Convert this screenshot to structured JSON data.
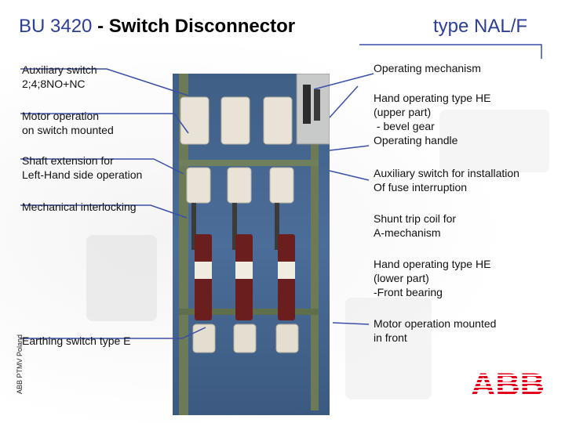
{
  "header": {
    "code": "BU 3420",
    "title_rest": " - Switch Disconnector",
    "type_label": "type NAL/F"
  },
  "labels_left": {
    "aux_switch": "Auxiliary switch\n2;4;8NO+NC",
    "motor_switch": "Motor operation\non switch mounted",
    "shaft_ext": "Shaft extension for\nLeft-Hand side operation",
    "mech_interlock": "Mechanical interlocking",
    "earthing": "Earthing switch type E"
  },
  "labels_right": {
    "op_mech": "Operating mechanism",
    "hand_upper": "Hand operating type HE\n(upper part)\n - bevel gear\nOperating handle",
    "aux_fuse": "Auxiliary switch for installation\nOf fuse interruption",
    "shunt_trip": "Shunt trip coil for\nA-mechanism",
    "hand_lower": "Hand operating type HE\n(lower part)\n-Front bearing",
    "motor_front": "Motor operation mounted\nin front"
  },
  "side_note": "ABB PTMV Poland",
  "logo_text": "ABB",
  "colors": {
    "accent": "#2c3f95",
    "lines": "#3a4fa8",
    "logo": "#e2001a"
  }
}
